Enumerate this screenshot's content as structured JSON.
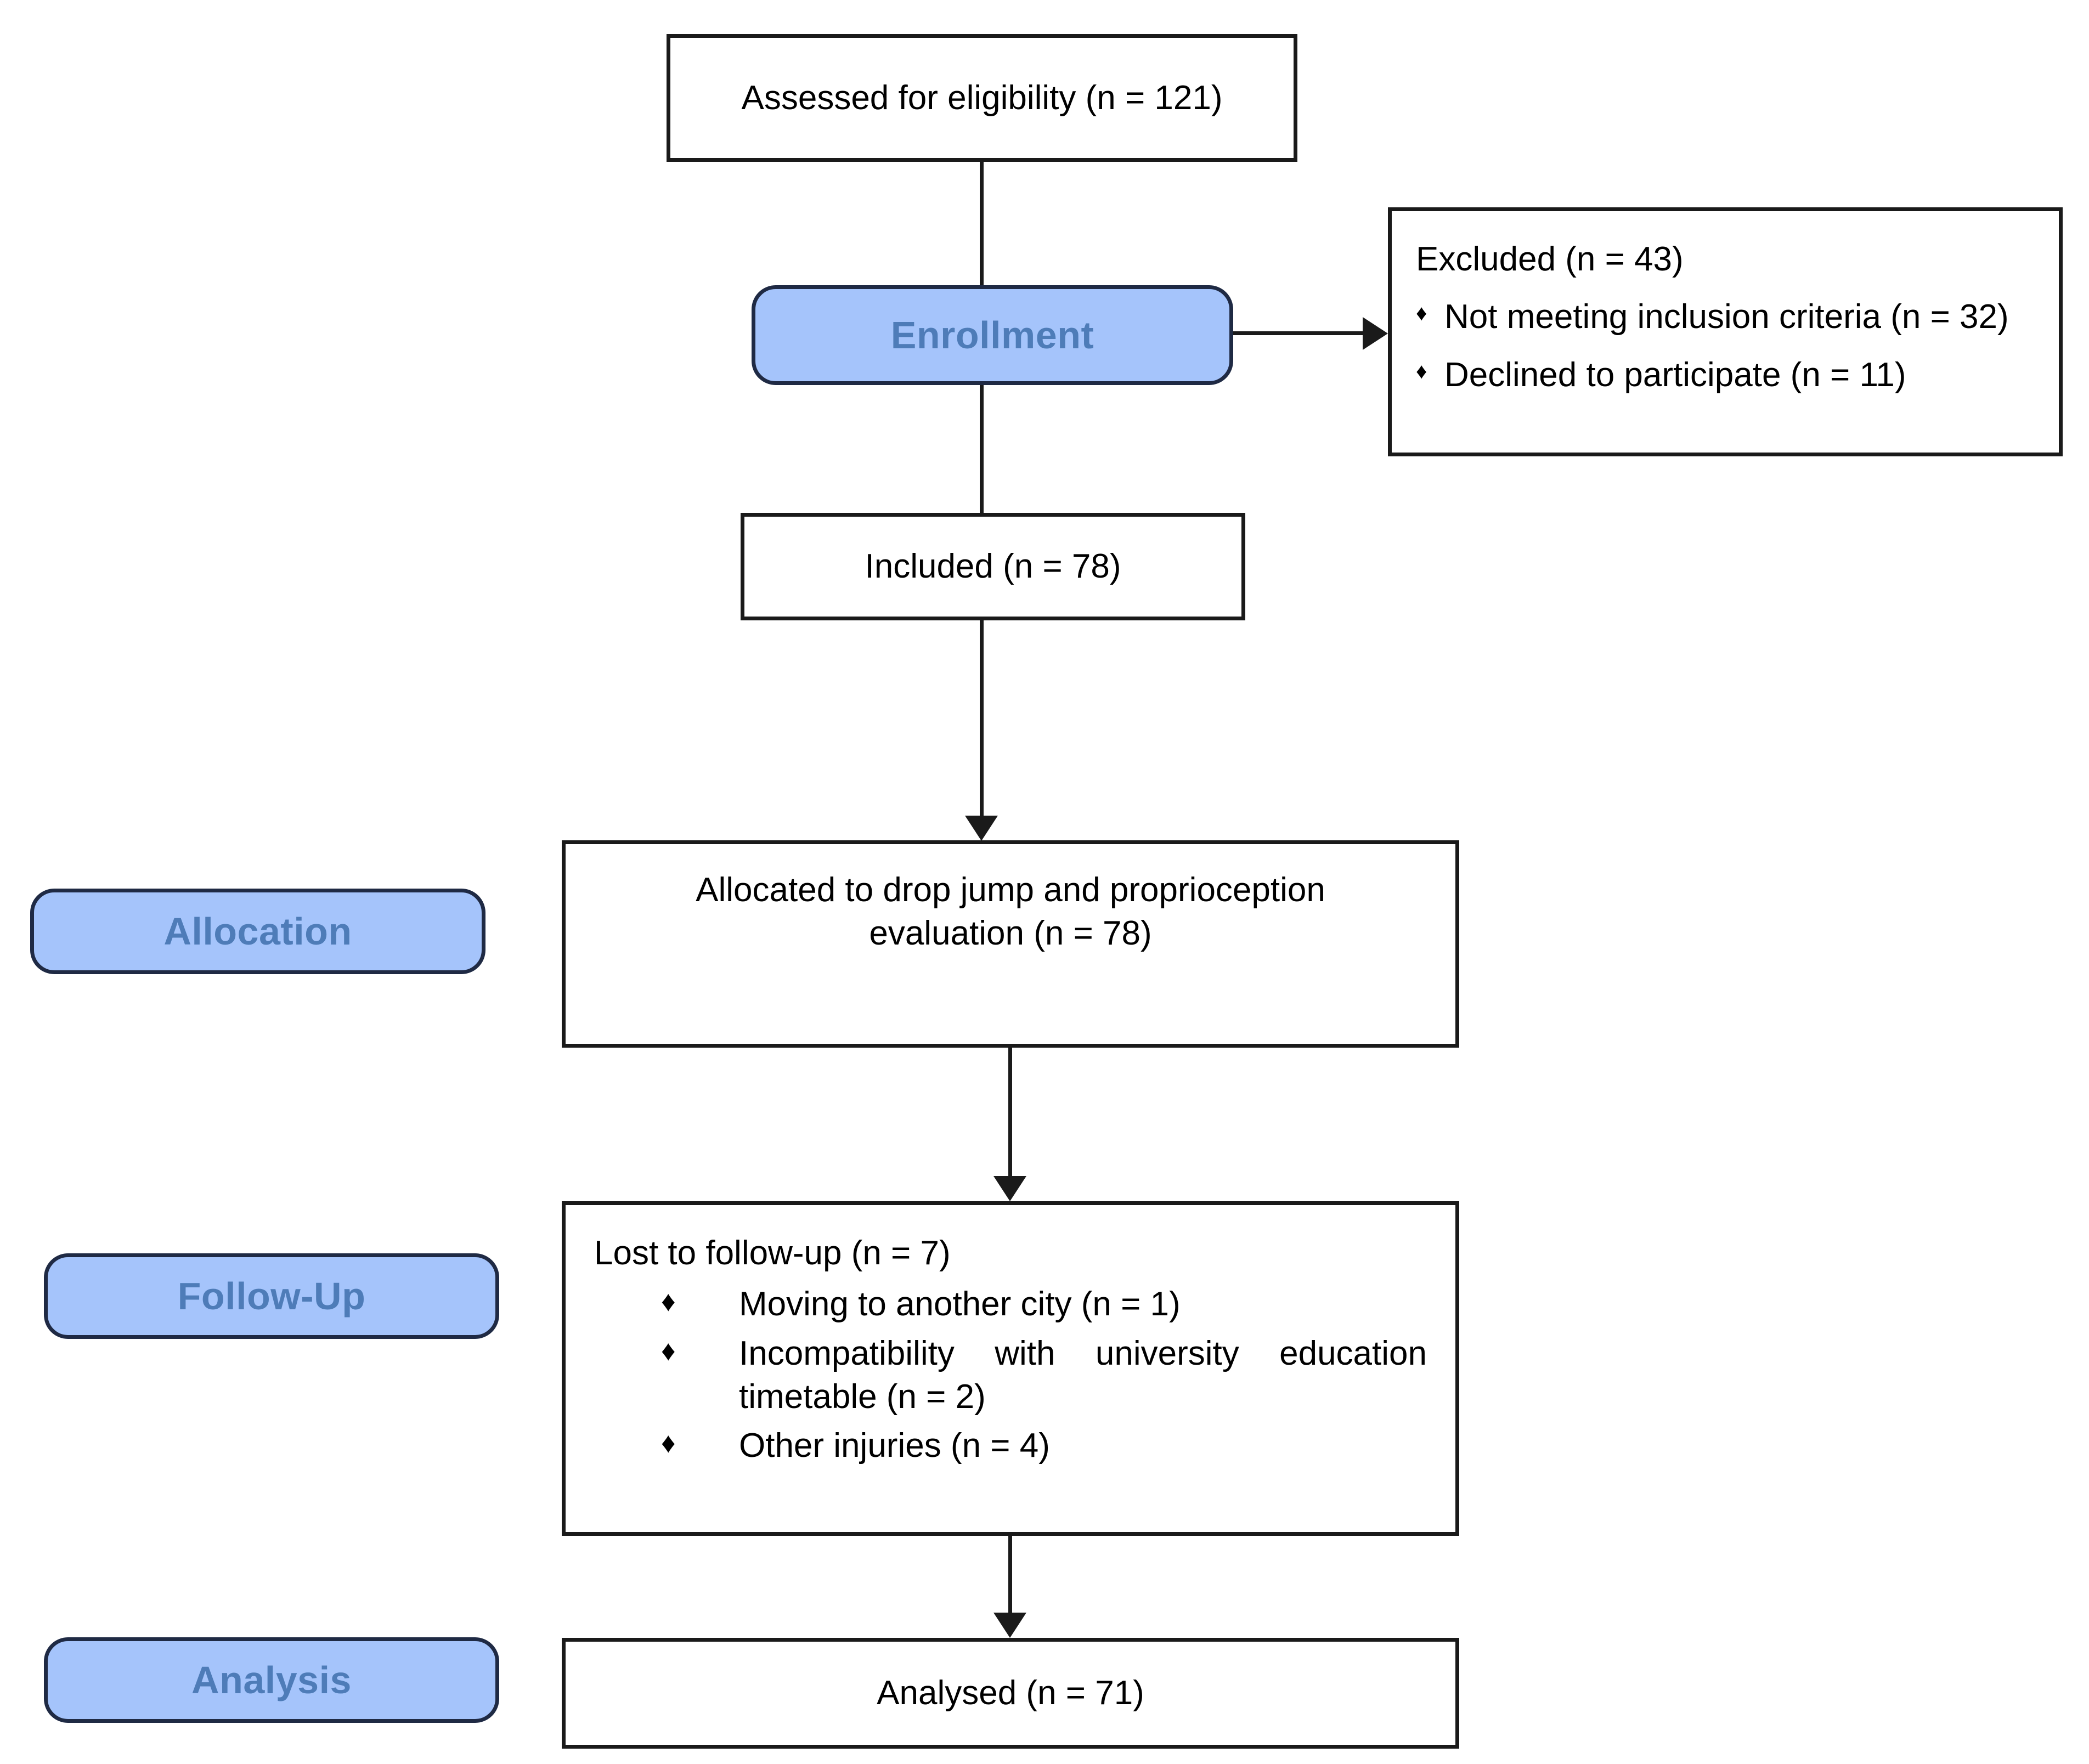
{
  "diagram": {
    "type": "consort-flow-diagram",
    "title": "",
    "colors": {
      "stage_fill": "#a5c4fb",
      "stage_border": "#1f2a44",
      "stage_text": "#4e7cb8",
      "box_border": "#1a1a1a",
      "box_fill": "#ffffff",
      "text": "#000000"
    }
  },
  "stages": {
    "enrollment": "Enrollment",
    "allocation": "Allocation",
    "followup": "Follow-Up",
    "analysis": "Analysis"
  },
  "boxes": {
    "assessed": {
      "text": "Assessed for eligibility (n = 121)",
      "n": 121
    },
    "excluded": {
      "header": "Excluded  (n = 43)",
      "n": 43,
      "reasons": [
        {
          "bullet": "♦",
          "text": "Not meeting inclusion criteria (n = 32)",
          "n": 32
        },
        {
          "bullet": "♦",
          "text": "Declined to participate (n = 11)",
          "n": 11
        }
      ]
    },
    "included": {
      "text": "Included (n = 78)",
      "n": 78
    },
    "allocated": {
      "line1": "Allocated to drop jump and proprioception",
      "line2": "evaluation (n = 78)",
      "n": 78
    },
    "lost": {
      "header": "Lost to follow-up (n = 7)",
      "n": 7,
      "reasons": [
        {
          "bullet": "♦",
          "text": "Moving to another city (n = 1)",
          "n": 1
        },
        {
          "bullet": "♦",
          "text": "Incompatibility with university education timetable (n = 2)",
          "n": 2
        },
        {
          "bullet": "♦",
          "text": "Other injuries (n = 4)",
          "n": 4
        }
      ]
    },
    "analysed": {
      "text": "Analysed  (n = 71)",
      "n": 71
    }
  },
  "connectors": [
    {
      "from": "assessed",
      "to": "enrollment",
      "kind": "line-down"
    },
    {
      "from": "enrollment",
      "to": "excluded",
      "kind": "arrow-right"
    },
    {
      "from": "enrollment",
      "to": "included",
      "kind": "line-down"
    },
    {
      "from": "included",
      "to": "allocated",
      "kind": "arrow-down"
    },
    {
      "from": "allocated",
      "to": "lost",
      "kind": "arrow-down"
    },
    {
      "from": "lost",
      "to": "analysed",
      "kind": "arrow-down"
    }
  ]
}
